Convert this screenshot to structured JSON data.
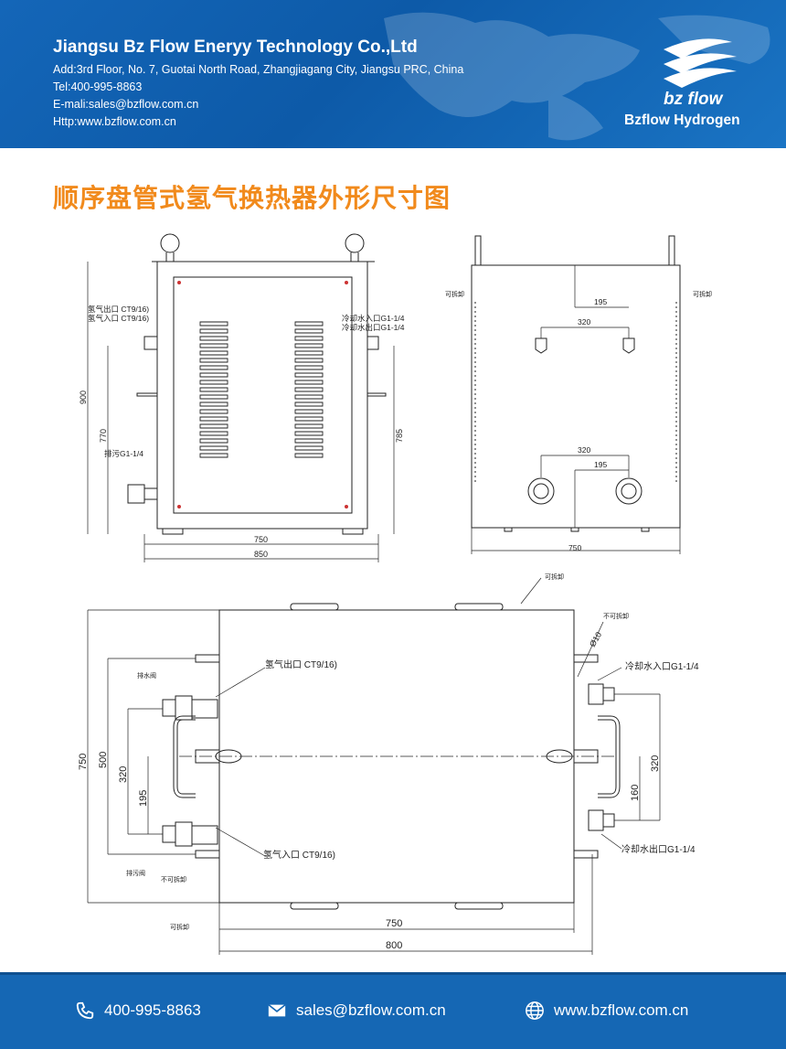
{
  "header": {
    "company": "Jiangsu Bz Flow Eneryy Technology Co.,Ltd",
    "address": "Add:3rd Floor, No. 7, Guotai North Road, Zhangjiagang City, Jiangsu PRC, China",
    "tel": "Tel:400-995-8863",
    "email": "E-mali:sales@bzflow.com.cn",
    "http": "Http:www.bzflow.com.cn",
    "logo_mark": "bz flow",
    "logo_text": "Bzflow Hydrogen"
  },
  "title": "顺序盘管式氢气换热器外形尺寸图",
  "drawing": {
    "front": {
      "label_h2_out": "氢气出口 CT9/16)",
      "label_h2_in": "氢气入口 CT9/16)",
      "label_cool_in": "冷却水入口G1-1/4",
      "label_cool_out": "冷却水出口G1-1/4",
      "label_drain": "排污G1-1/4",
      "dim_900": "900",
      "dim_770": "770",
      "dim_785": "785",
      "dim_750": "750",
      "dim_850": "850"
    },
    "side": {
      "label_left": "可拆卸",
      "label_right": "可拆卸",
      "dim_195a": "195",
      "dim_320a": "320",
      "dim_320b": "320",
      "dim_195b": "195",
      "dim_750": "750"
    },
    "top": {
      "label_removable_top": "可拆卸",
      "label_nonremovable_top": "不可拆卸",
      "label_phi10": "Ø10",
      "label_h2_out": "氢气出口 CT9/16)",
      "label_h2_in": "氢气入口 CT9/16)",
      "label_cool_in": "冷却水入口G1-1/4",
      "label_cool_out": "冷却水出口G1-1/4",
      "label_vent": "排水阀",
      "label_drain": "排污阀",
      "label_nonremovable_bottom": "不可拆卸",
      "label_removable_bottom": "可拆卸",
      "dim_750v": "750",
      "dim_500": "500",
      "dim_320l": "320",
      "dim_195": "195",
      "dim_160": "160",
      "dim_320r": "320",
      "dim_750h": "750",
      "dim_800": "800"
    }
  },
  "footer": {
    "phone": "400-995-8863",
    "email": "sales@bzflow.com.cn",
    "web": "www.bzflow.com.cn"
  },
  "colors": {
    "brand_blue": "#1466b8",
    "title_orange": "#f18a1c"
  },
  "icons": [
    "phone-icon",
    "mail-icon",
    "globe-icon",
    "bzflow-logo-icon"
  ]
}
